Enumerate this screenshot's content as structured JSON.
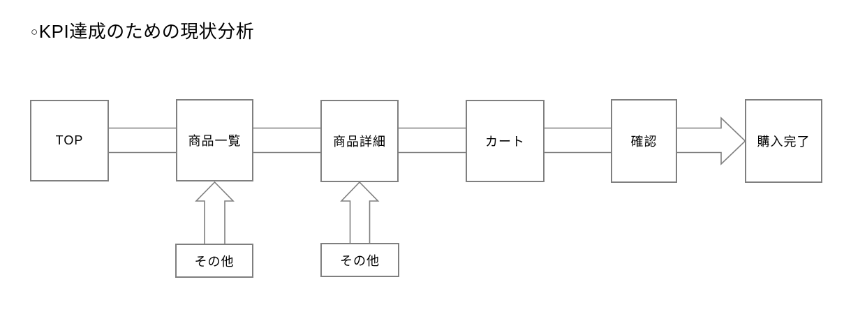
{
  "title": {
    "bullet": "○",
    "text": "KPI達成のための現状分析"
  },
  "colors": {
    "background": "#ffffff",
    "shape_border": "#7f7f7f",
    "text": "#000000"
  },
  "flow": {
    "steps": [
      {
        "id": "top",
        "label": "TOP"
      },
      {
        "id": "product-list",
        "label": "商品一覧"
      },
      {
        "id": "product-detail",
        "label": "商品詳細"
      },
      {
        "id": "cart",
        "label": "カート"
      },
      {
        "id": "confirm",
        "label": "確認"
      },
      {
        "id": "purchase-complete",
        "label": "購入完了"
      }
    ],
    "connectors": [
      {
        "from": "TOP",
        "to": "商品一覧",
        "type": "band"
      },
      {
        "from": "商品一覧",
        "to": "商品詳細",
        "type": "band"
      },
      {
        "from": "商品詳細",
        "to": "カート",
        "type": "band"
      },
      {
        "from": "カート",
        "to": "確認",
        "type": "band"
      },
      {
        "from": "確認",
        "to": "購入完了",
        "type": "block-arrow-right"
      }
    ],
    "side_inputs": [
      {
        "id": "other-1",
        "label": "その他",
        "points_to": "商品一覧",
        "arrow": "block-arrow-up"
      },
      {
        "id": "other-2",
        "label": "その他",
        "points_to": "商品詳細",
        "arrow": "block-arrow-up"
      }
    ]
  }
}
